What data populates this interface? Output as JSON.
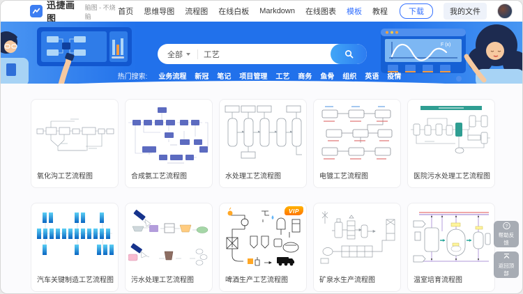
{
  "header": {
    "brand": "迅捷画图",
    "tagline": "脑图 - 不烧脑",
    "nav": [
      {
        "label": "首页",
        "active": false
      },
      {
        "label": "思维导图",
        "active": false
      },
      {
        "label": "流程图",
        "active": false
      },
      {
        "label": "在线白板",
        "active": false
      },
      {
        "label": "Markdown",
        "active": false
      },
      {
        "label": "在线图表",
        "active": false
      },
      {
        "label": "模板",
        "active": true
      },
      {
        "label": "教程",
        "active": false
      }
    ],
    "download_label": "下载",
    "my_files_label": "我的文件"
  },
  "banner": {
    "search": {
      "category": "全部",
      "query": "工艺"
    },
    "hot_label": "热门搜索:",
    "hot_tags": [
      "业务流程",
      "新冠",
      "笔记",
      "项目管理",
      "工艺",
      "商务",
      "鱼骨",
      "组织",
      "英语",
      "疫情"
    ]
  },
  "templates": [
    {
      "title": "氧化沟工艺流程图",
      "vip": false
    },
    {
      "title": "合成氨工艺流程图",
      "vip": false
    },
    {
      "title": "水处理工艺流程图",
      "vip": false
    },
    {
      "title": "电镀工艺流程图",
      "vip": false
    },
    {
      "title": "医院污水处理工艺流程图",
      "vip": false
    },
    {
      "title": "汽车关键制造工艺流程图",
      "vip": false
    },
    {
      "title": "污水处理工艺流程图",
      "vip": false
    },
    {
      "title": "啤酒生产工艺流程图",
      "vip": true
    },
    {
      "title": "矿泉水生产流程图",
      "vip": false
    },
    {
      "title": "温室培育流程图",
      "vip": false
    }
  ],
  "vip_badge": "VIP",
  "floating": {
    "help": "帮助反馈",
    "back_to_top": "返回顶部"
  },
  "icons": {
    "logo": "line-chart-zigzag",
    "category_caret": "chevron-down",
    "search": "magnifier",
    "help": "question-circle",
    "back_to_top": "chevron-up-line"
  },
  "colors": {
    "accent": "#3370ff",
    "banner_blue": "#2171eb",
    "vip_orange": "#ff8a00",
    "thumb_indigo": "#5c6bc0",
    "thumb_teal": "#2f9e92",
    "thumb_cyan": "#2fa8e8"
  }
}
